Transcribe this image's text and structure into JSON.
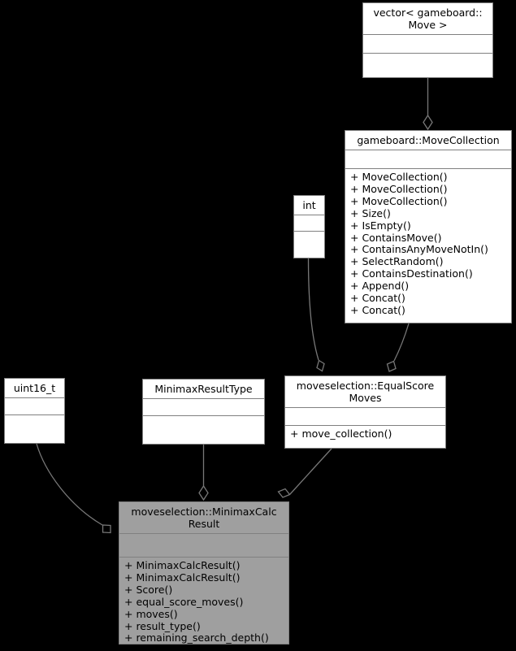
{
  "diagram": {
    "kind": "uml-collaboration-diagram",
    "background_color": "#000000",
    "node_fill": "#ffffff",
    "highlight_fill": "#9f9f9f",
    "border_color": "#808080",
    "edge_color": "#787878",
    "text_color": "#000000"
  },
  "nodes": {
    "vector_move": {
      "title": "vector< gameboard::\nMove >",
      "attributes": [],
      "operations": [],
      "highlight": false
    },
    "move_collection": {
      "title": "gameboard::MoveCollection",
      "attributes": [],
      "operations": [
        "+ MoveCollection()",
        "+ MoveCollection()",
        "+ MoveCollection()",
        "+ Size()",
        "+ IsEmpty()",
        "+ ContainsMove()",
        "+ ContainsAnyMoveNotIn()",
        "+ SelectRandom()",
        "+ ContainsDestination()",
        "+ Append()",
        "+ Concat()",
        "+ Concat()"
      ],
      "highlight": false
    },
    "int_type": {
      "title": "int",
      "attributes": [],
      "operations": [],
      "highlight": false
    },
    "equal_score_moves": {
      "title": "moveselection::EqualScore\nMoves",
      "attributes": [],
      "operations": [
        "+ move_collection()"
      ],
      "highlight": false
    },
    "uint16_t": {
      "title": "uint16_t",
      "attributes": [],
      "operations": [],
      "highlight": false
    },
    "minimax_result_type": {
      "title": "MinimaxResultType",
      "attributes": [],
      "operations": [],
      "highlight": false
    },
    "minimax_calc_result": {
      "title": "moveselection::MinimaxCalc\nResult",
      "attributes": [],
      "operations": [
        "+ MinimaxCalcResult()",
        "+ MinimaxCalcResult()",
        "+ Score()",
        "+ equal_score_moves()",
        "+ moves()",
        "+ result_type()",
        "+ remaining_search_depth()"
      ],
      "highlight": true
    }
  },
  "edges": [
    {
      "from": "vector_move",
      "to": "move_collection",
      "type": "aggregation"
    },
    {
      "from": "int_type",
      "to": "equal_score_moves",
      "type": "aggregation"
    },
    {
      "from": "move_collection",
      "to": "equal_score_moves",
      "type": "aggregation"
    },
    {
      "from": "uint16_t",
      "to": "minimax_calc_result",
      "type": "aggregation"
    },
    {
      "from": "minimax_result_type",
      "to": "minimax_calc_result",
      "type": "aggregation"
    },
    {
      "from": "equal_score_moves",
      "to": "minimax_calc_result",
      "type": "aggregation"
    }
  ]
}
